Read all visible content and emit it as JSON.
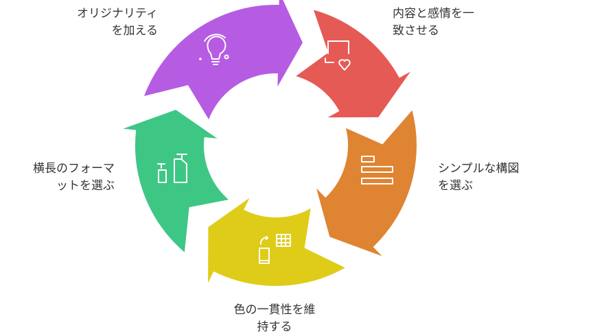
{
  "steps": [
    {
      "label": "オリジナリティ\nを加える",
      "icon": "lightbulb-icon",
      "color": "#b65ce3"
    },
    {
      "label": "内容と感情を一\n致させる",
      "icon": "laptop-heart-icon",
      "color": "#e55a55"
    },
    {
      "label": "シンプルな構図\nを選ぶ",
      "icon": "bars-layout-icon",
      "color": "#df8432"
    },
    {
      "label": "色の一貫性を維\n持する",
      "icon": "phone-table-icon",
      "color": "#dfcc18"
    },
    {
      "label": "横長のフォーマ\nットを選ぶ",
      "icon": "aspect-ratio-icon",
      "color": "#3ec685"
    }
  ]
}
